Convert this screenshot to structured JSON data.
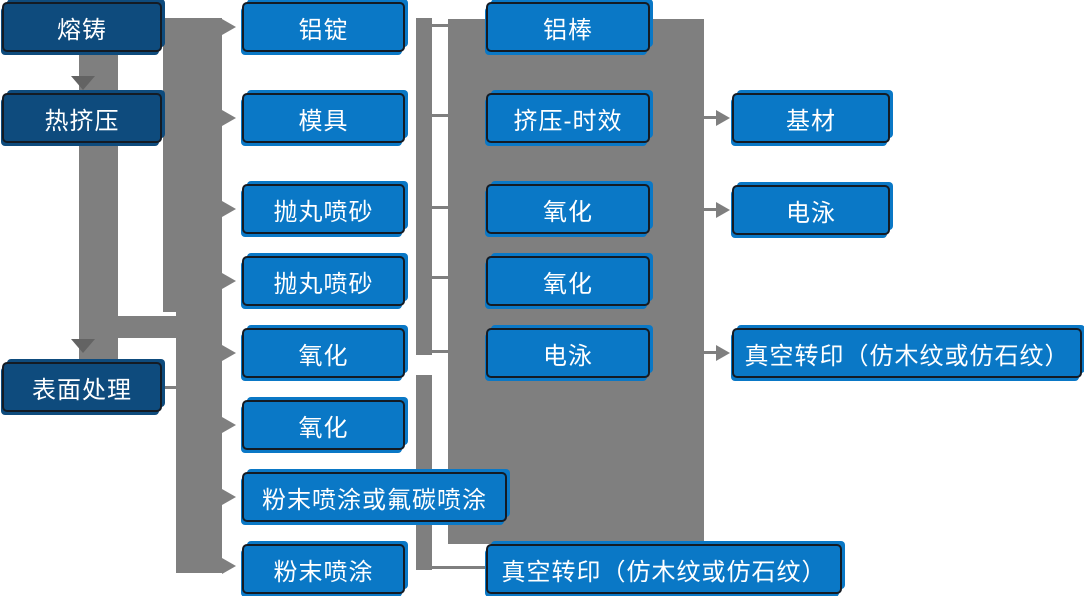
{
  "colors": {
    "node_blue": "#0a78c6",
    "node_navy": "#0e4b7d",
    "connector_gray": "#7f7f7f",
    "arrow_dark_gray": "#636363",
    "node_border": "#141b24",
    "node_text": "#ffffff"
  },
  "columns": [
    {
      "name": "process-stages",
      "boxes": [
        {
          "label": "熔铸"
        },
        {
          "label": "热挤压"
        },
        {
          "label": "表面处理"
        }
      ]
    },
    {
      "name": "preparation-steps",
      "boxes": [
        {
          "label": "铝锭"
        },
        {
          "label": "模具"
        },
        {
          "label": "抛丸喷砂"
        },
        {
          "label": "抛丸喷砂"
        },
        {
          "label": "氧化"
        },
        {
          "label": "氧化"
        },
        {
          "label": "粉末喷涂或氟碳喷涂"
        },
        {
          "label": "粉末喷涂"
        }
      ]
    },
    {
      "name": "treatment-steps",
      "boxes": [
        {
          "label": "铝棒"
        },
        {
          "label": "挤压-时效"
        },
        {
          "label": "氧化"
        },
        {
          "label": "氧化"
        },
        {
          "label": "电泳"
        },
        {
          "label": "真空转印（仿木纹或仿石纹）"
        }
      ]
    },
    {
      "name": "final-products",
      "boxes": [
        {
          "label": "基材"
        },
        {
          "label": "电泳"
        },
        {
          "label": "真空转印（仿木纹或仿石纹）"
        }
      ]
    }
  ]
}
